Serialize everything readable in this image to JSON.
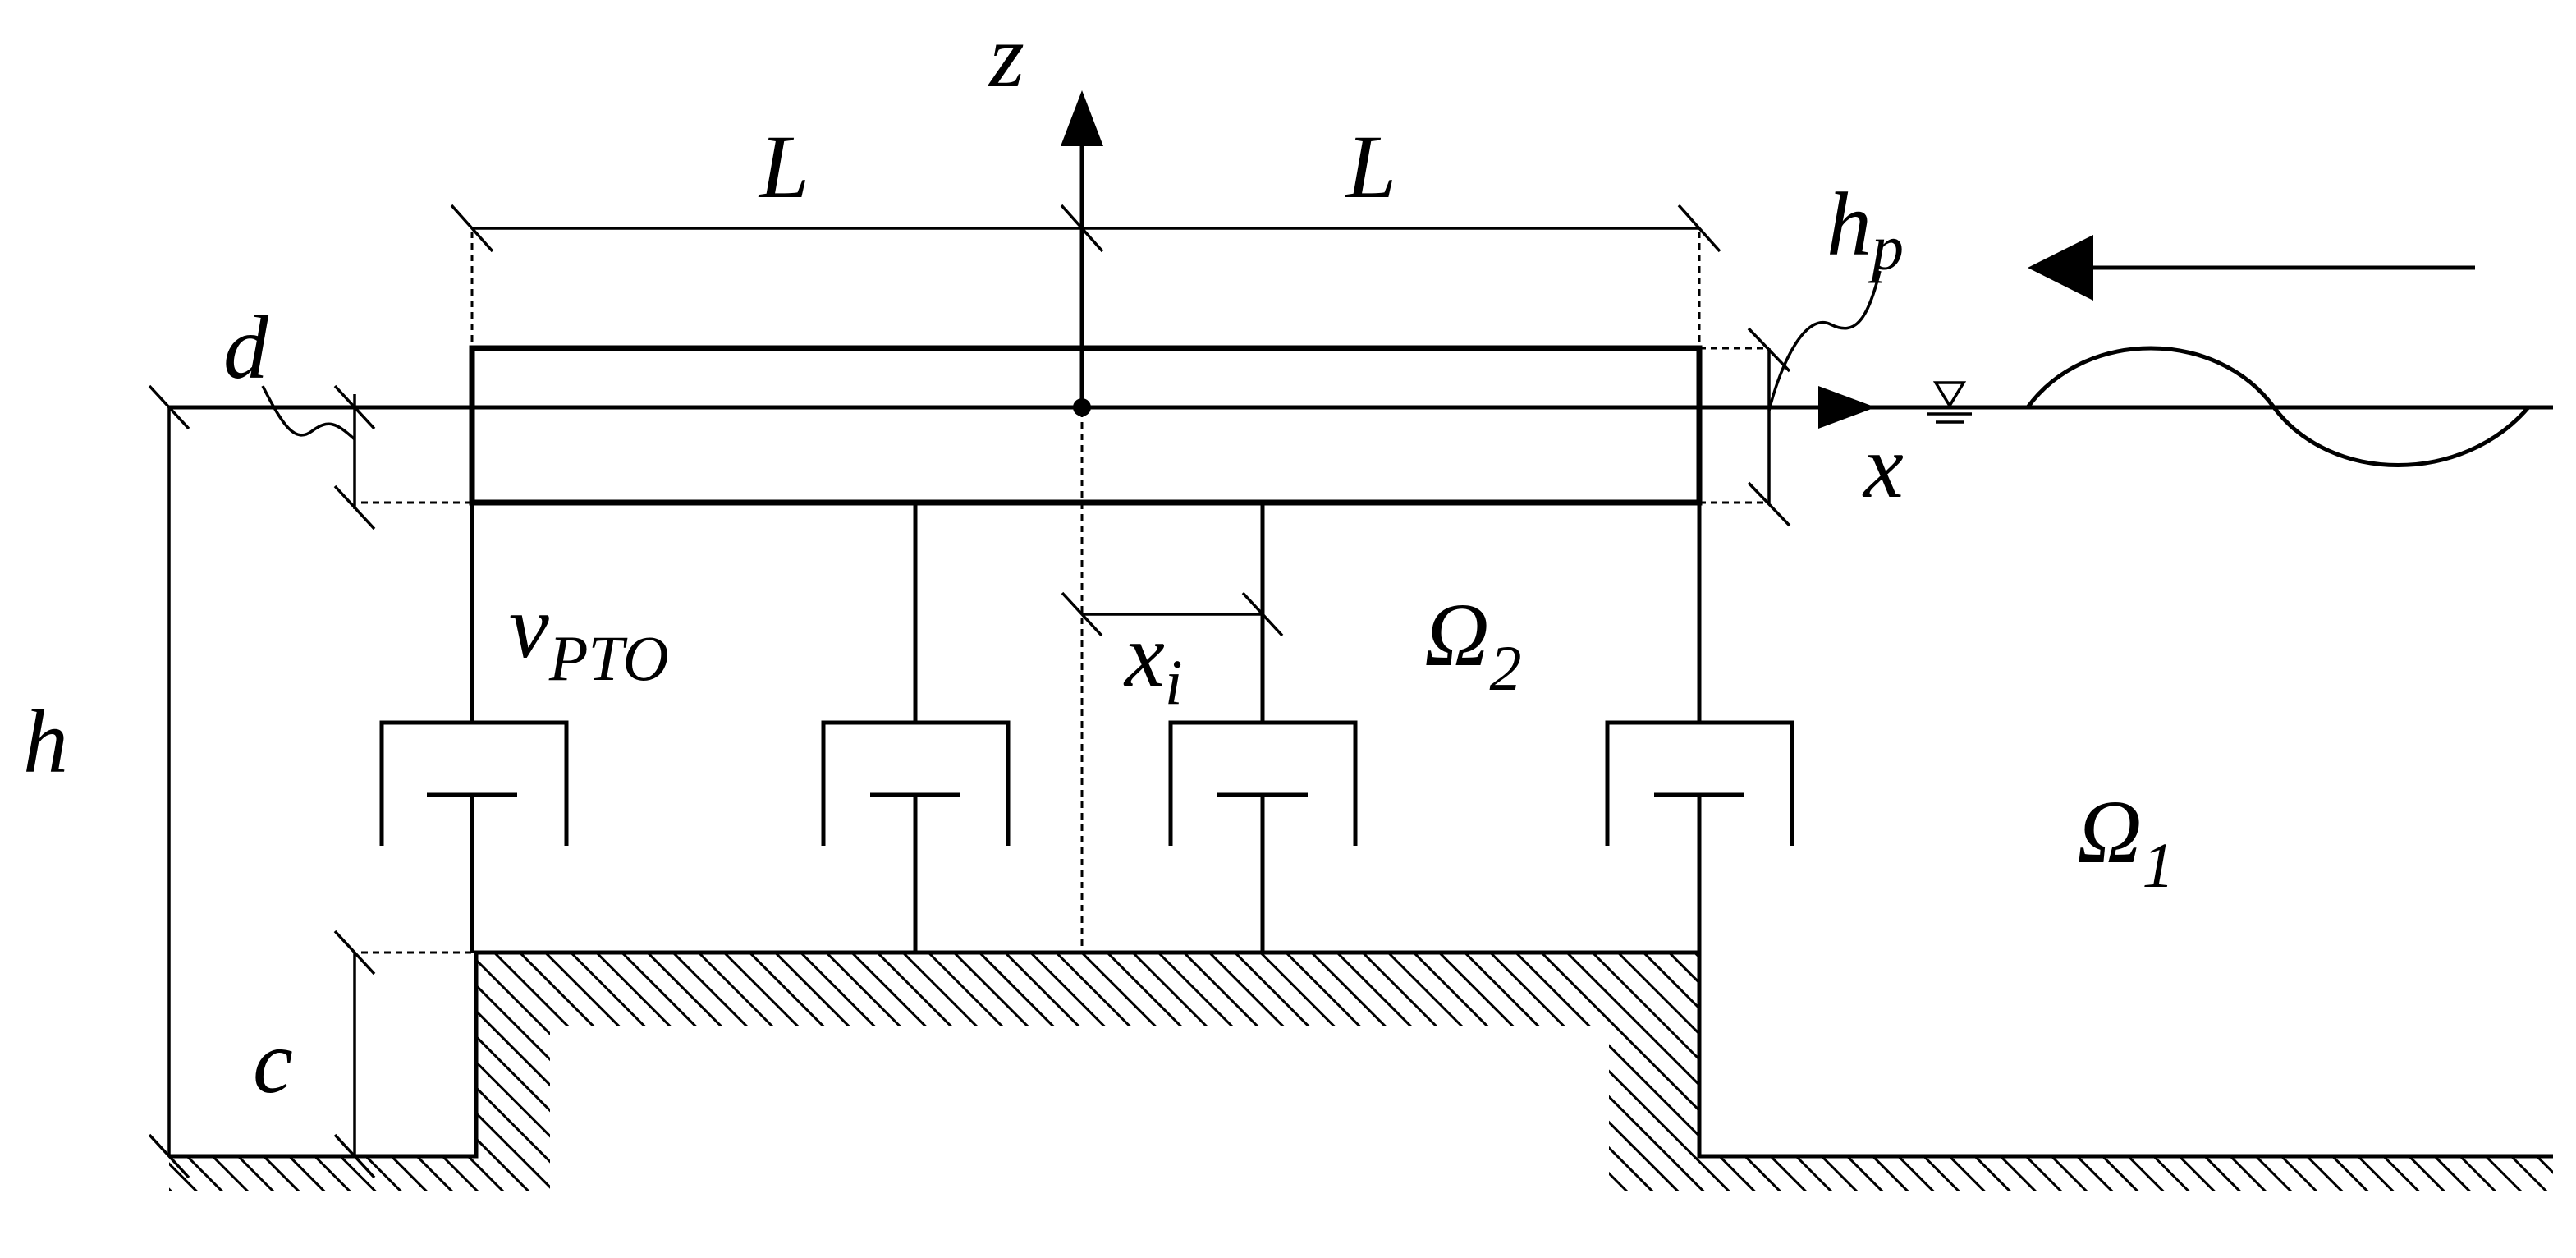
{
  "labels": {
    "z_axis": "z",
    "x_axis": "x",
    "length_left": "L",
    "length_right": "L",
    "draft": "d",
    "depth": "h",
    "plate_thickness": "h",
    "plate_thickness_sub": "p",
    "pto_damping": "v",
    "pto_damping_sub": "PTO",
    "pto_position": "x",
    "pto_position_sub": "i",
    "region_inner": "Ω",
    "region_inner_sub": "2",
    "region_outer": "Ω",
    "region_outer_sub": "1",
    "bed_gap": "c"
  },
  "pto_count": 4
}
